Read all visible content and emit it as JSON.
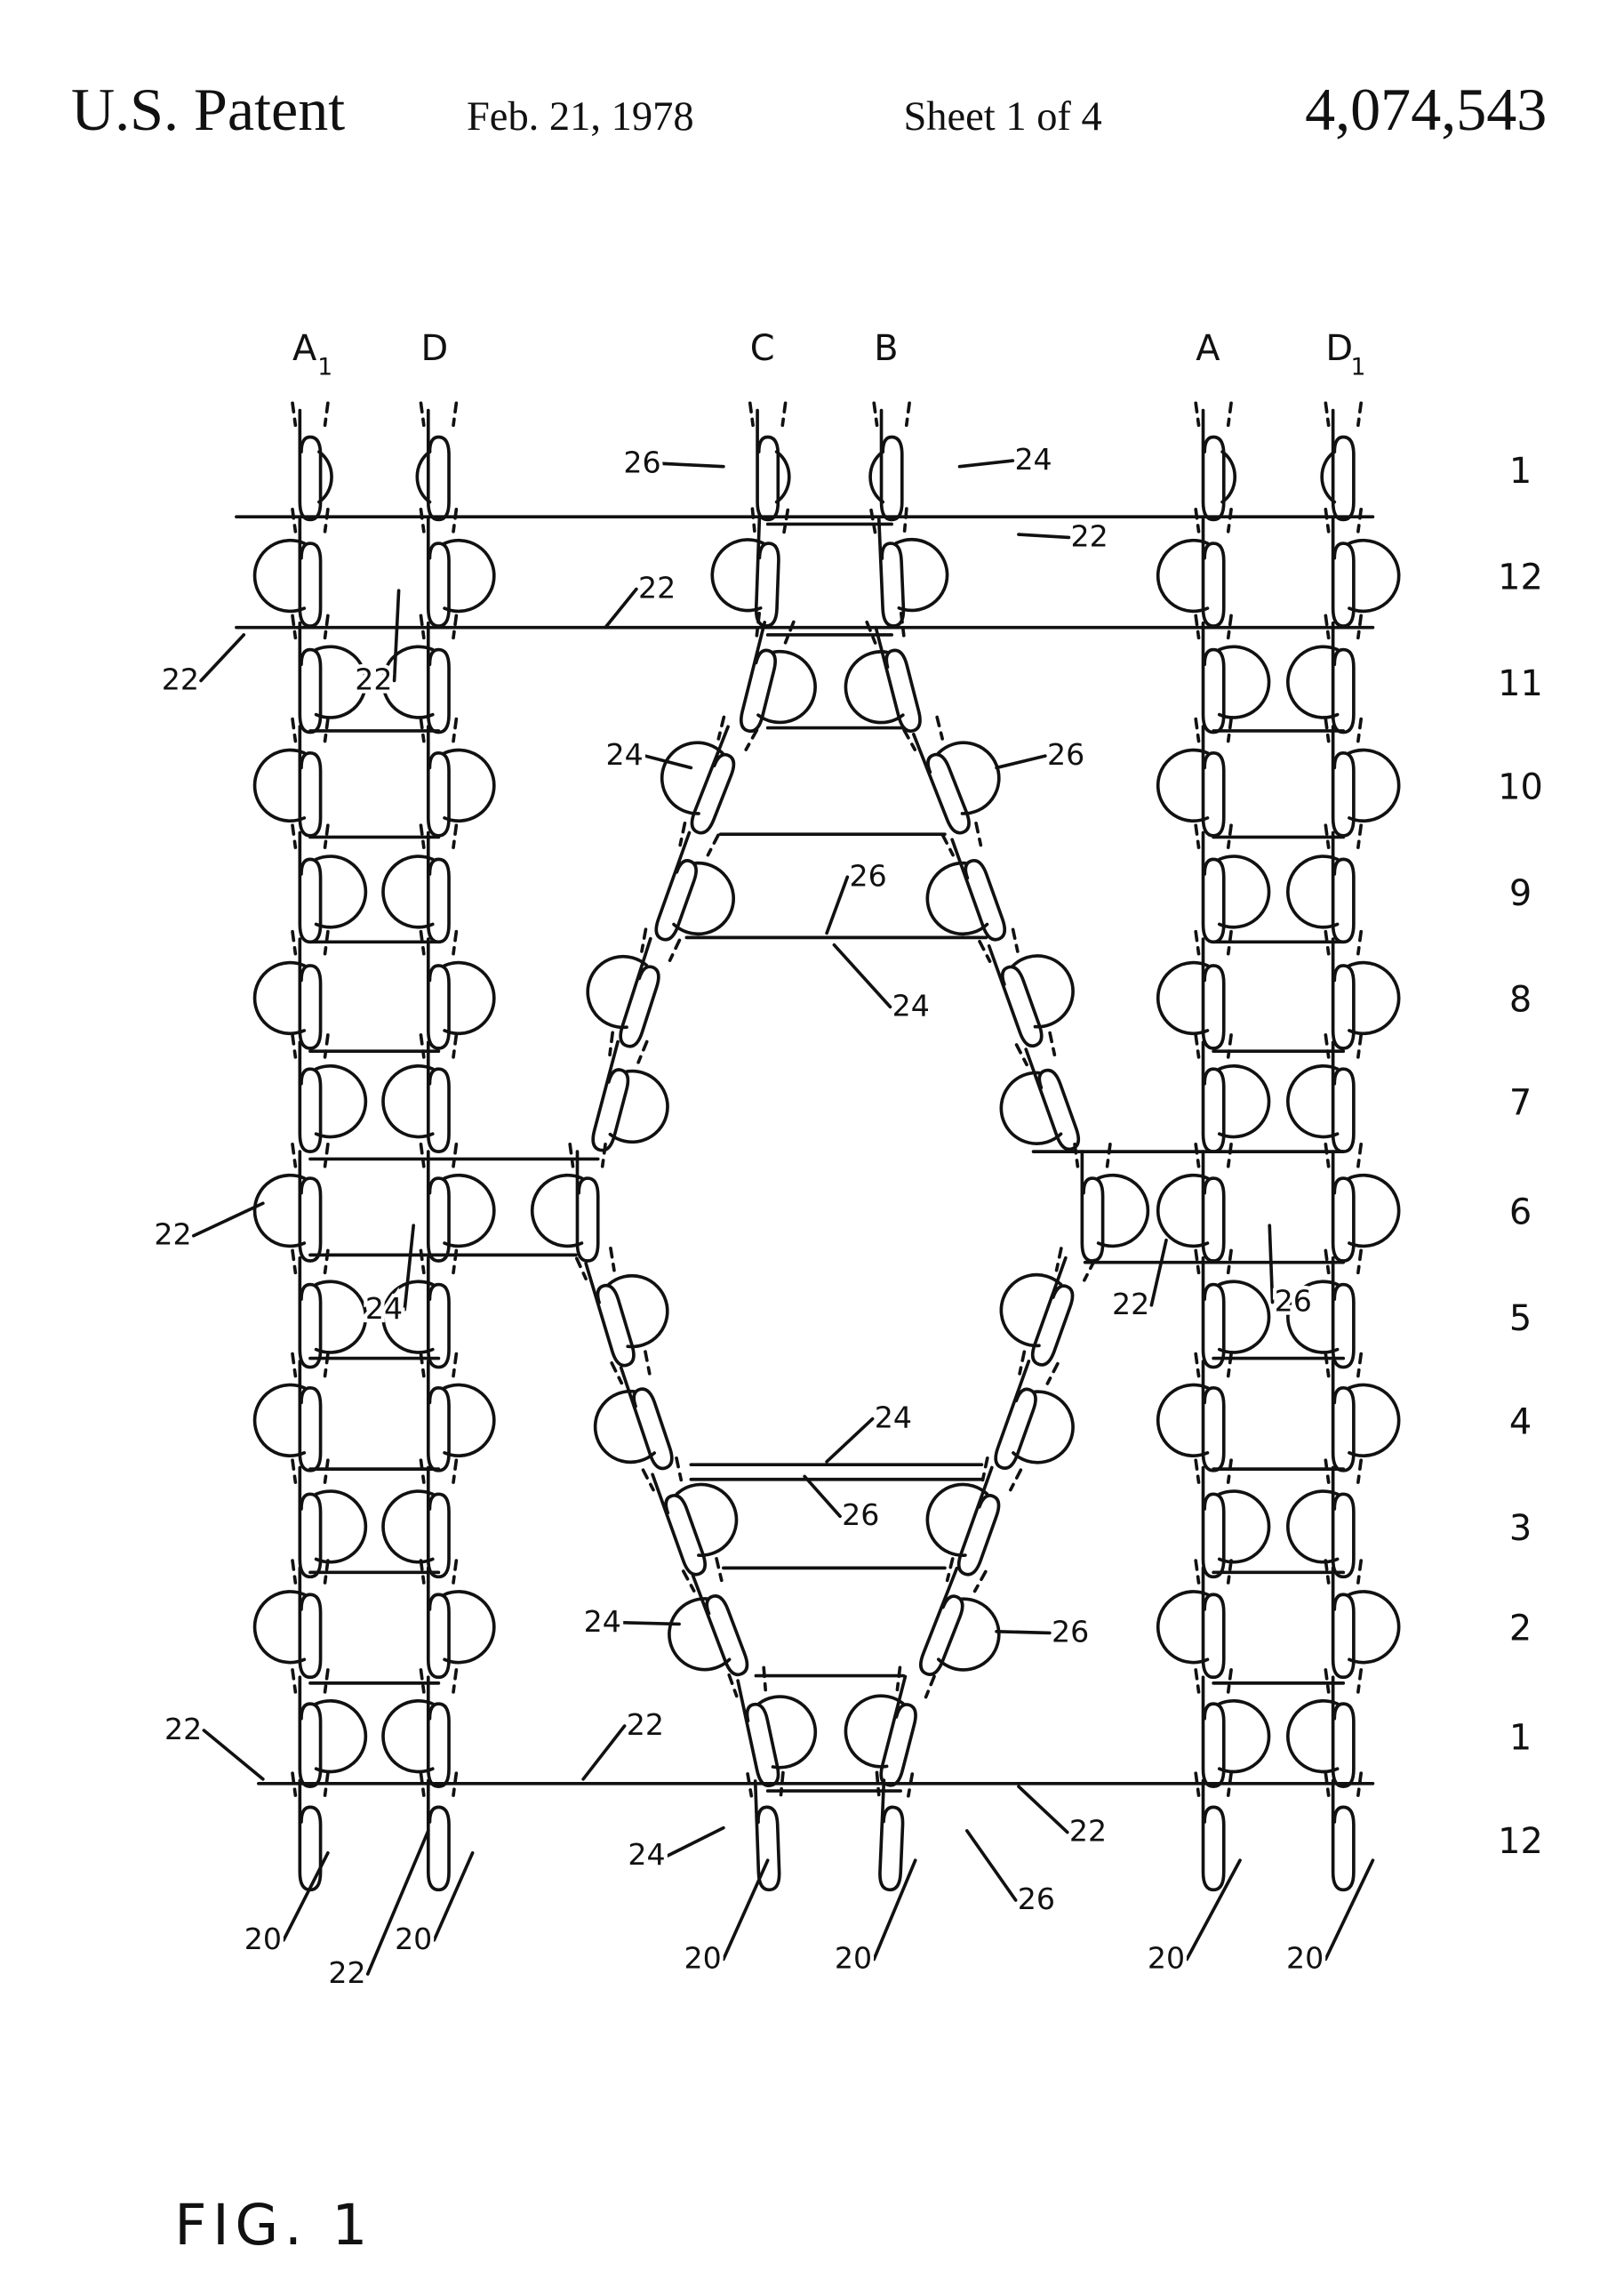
{
  "header": {
    "left": "U.S. Patent",
    "date": "Feb. 21, 1978",
    "sheet": "Sheet 1 of 4",
    "number": "4,074,543"
  },
  "columns": [
    "A1",
    "D",
    "C",
    "B",
    "A",
    "D1"
  ],
  "column_labels": [
    {
      "main": "A",
      "sub": "1"
    },
    {
      "main": "D",
      "sub": ""
    },
    {
      "main": "C",
      "sub": ""
    },
    {
      "main": "B",
      "sub": ""
    },
    {
      "main": "A",
      "sub": ""
    },
    {
      "main": "D",
      "sub": "1"
    }
  ],
  "row_labels": [
    "1",
    "12",
    "11",
    "10",
    "9",
    "8",
    "7",
    "6",
    "5",
    "4",
    "3",
    "2",
    "1",
    "12"
  ],
  "reference_numerals": [
    "26",
    "24",
    "22",
    "22",
    "22",
    "22",
    "24",
    "26",
    "26",
    "24",
    "22",
    "24",
    "22",
    "26",
    "24",
    "26",
    "24",
    "26",
    "22",
    "22",
    "22",
    "24",
    "26",
    "20",
    "22",
    "20",
    "20",
    "20",
    "20",
    "20"
  ],
  "figure_label": "FIG. 1"
}
